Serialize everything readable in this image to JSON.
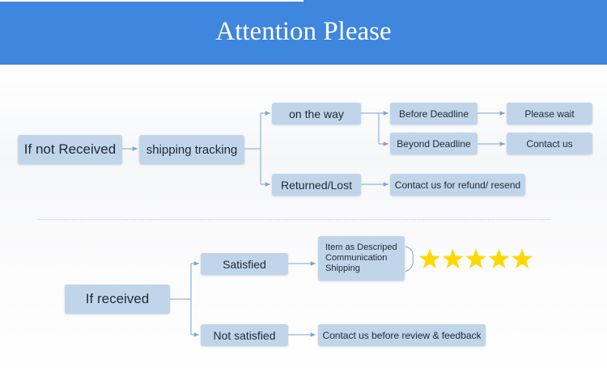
{
  "header": {
    "title": "Attention Please",
    "background": "#3f86de"
  },
  "section_not_received": {
    "root": "If not Received",
    "tracking": "shipping tracking",
    "on_the_way": "on the way",
    "returned_lost": "Returned/Lost",
    "before_deadline": "Before Deadline",
    "beyond_deadline": "Beyond Deadline",
    "please_wait": "Please wait",
    "contact_us": "Contact us",
    "refund_resend": "Contact us for refund/ resend"
  },
  "section_received": {
    "root": "If received",
    "satisfied": "Satisfied",
    "not_satisfied": "Not satisfied",
    "review_items": [
      "Item as Descriped",
      "Communication",
      "Shipping"
    ],
    "rating_stars": 5,
    "contact_before_review": "Contact us before review & feedback"
  },
  "colors": {
    "box": "#c1d5ea",
    "connector": "#7ea3cf",
    "star": "#ffd800"
  }
}
